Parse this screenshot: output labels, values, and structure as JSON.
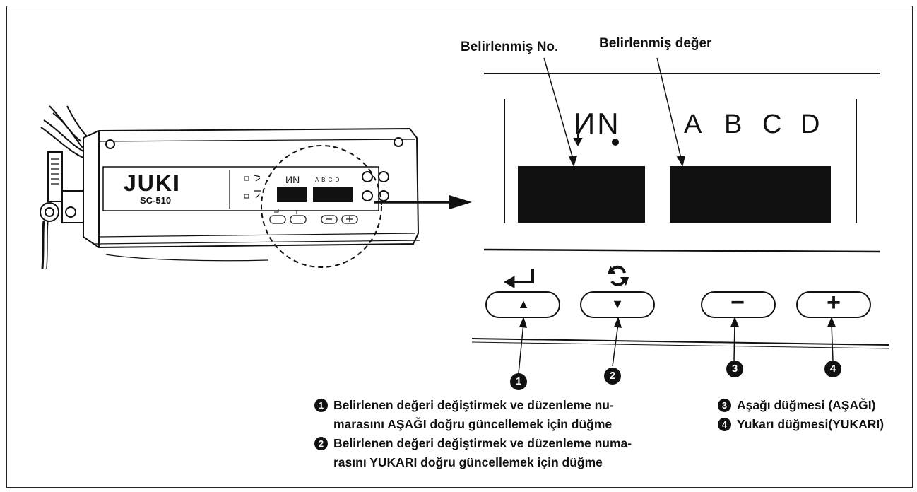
{
  "labels": {
    "setting_no": "Belirlenmiş No.",
    "setting_value": "Belirlenmiş değer"
  },
  "panel": {
    "brand": "JUKI",
    "model": "SC-510",
    "no_letters": "ИN",
    "value_letters": [
      "A",
      "B",
      "C",
      "D"
    ],
    "small_value_letters": "A B C D"
  },
  "buttons": {
    "down_select": "▲",
    "up_select": "▼",
    "minus": "−",
    "plus": "+"
  },
  "callouts": [
    "1",
    "2",
    "3",
    "4"
  ],
  "legend": {
    "item1_line1": "Belirlenen değeri değiştirmek ve düzenleme nu-",
    "item1_line2": "marasını AŞAĞI doğru güncellemek için düğme",
    "item2_line1": "Belirlenen değeri değiştirmek ve düzenleme numa-",
    "item2_line2": "rasını YUKARI doğru güncellemek için düğme",
    "item3": "Aşağı düğmesi (AŞAĞI)",
    "item4": "Yukarı düğmesi(YUKARI)"
  }
}
